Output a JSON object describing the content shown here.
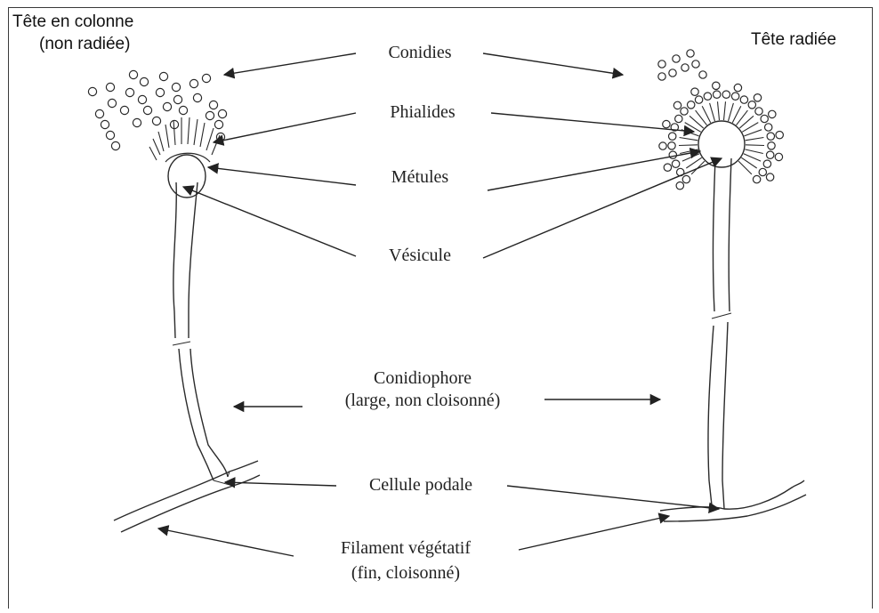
{
  "headers": {
    "left_line1": "Tête en colonne",
    "left_line2": "(non radiée)",
    "right": "Tête radiée"
  },
  "labels": {
    "conidies": "Conidies",
    "phialides": "Phialides",
    "metules": "Métules",
    "vesicule": "Vésicule",
    "conidiophore_line1": "Conidiophore",
    "conidiophore_line2": "(large, non cloisonné)",
    "cellule_podale": "Cellule podale",
    "filament_line1": "Filament végétatif",
    "filament_line2": "(fin, cloisonné)"
  },
  "colors": {
    "line": "#2a2a2a",
    "arrow": "#222222",
    "frame": "#3a3a3a"
  }
}
